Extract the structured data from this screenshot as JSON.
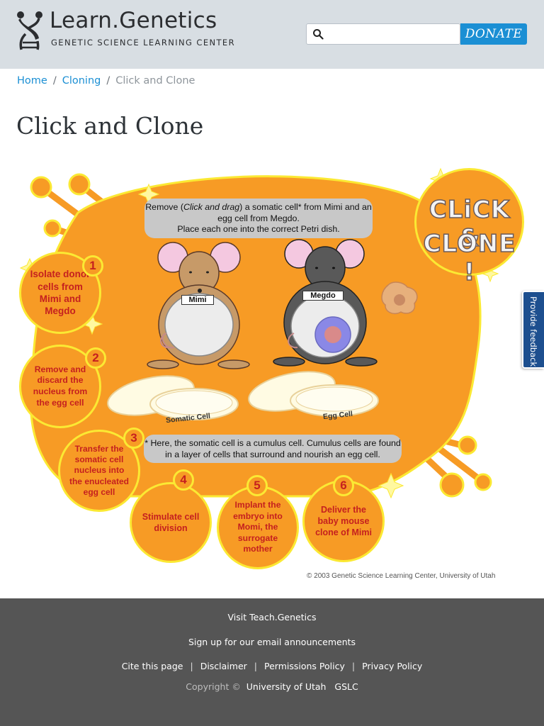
{
  "header": {
    "logo_title": "Learn.Genetics",
    "logo_subtitle": "GENETIC SCIENCE LEARNING CENTER",
    "search_placeholder": "",
    "search_value": "",
    "donate_label": "DONATE"
  },
  "breadcrumb": {
    "items": [
      "Home",
      "Cloning"
    ],
    "current": "Click and Clone",
    "separator": "/"
  },
  "page_title": "Click and Clone",
  "activity": {
    "title_line1": "CLiCK &",
    "title_line2": "CLONE !",
    "instruction_pre": "Remove (",
    "instruction_italic": "Click and drag",
    "instruction_post": ") a somatic cell* from Mimi and an egg cell from Megdo.",
    "instruction_line2": "Place each one into the correct Petri dish.",
    "footnote": "* Here, the somatic cell is a cumulus cell. Cumulus cells are found in a layer of cells that surround and nourish an egg cell.",
    "mouse_left_name": "Mimi",
    "mouse_right_name": "Megdo",
    "dish_left_label": "Somatic Cell",
    "dish_right_label": "Egg Cell",
    "steps": [
      {
        "num": "1",
        "text": "Isolate donor cells from Mimi and Megdo"
      },
      {
        "num": "2",
        "text": "Remove and discard the nucleus from the egg cell"
      },
      {
        "num": "3",
        "text": "Transfer the somatic cell nucleus into the enucleated egg cell"
      },
      {
        "num": "4",
        "text": "Stimulate cell division"
      },
      {
        "num": "5",
        "text": "Implant the embryo into Momi, the surrogate mother"
      },
      {
        "num": "6",
        "text": "Deliver the baby mouse clone of Mimi"
      }
    ],
    "copyright": "© 2003 Genetic Science Learning Center, University of Utah",
    "colors": {
      "orange": "#f79b25",
      "yellow_border": "#fbe933",
      "step_text": "#c5201f"
    }
  },
  "feedback_tab": "Provide feedback",
  "footer": {
    "teach_link": "Visit Teach.Genetics",
    "signup_link": "Sign up for our email announcements",
    "links": [
      "Cite this page",
      "Disclaimer",
      "Permissions Policy",
      "Privacy Policy"
    ],
    "copyright_prefix": "Copyright ©",
    "university": "University of Utah",
    "gslc": "GSLC"
  },
  "icons": [
    "dna-logo-icon",
    "search-icon"
  ],
  "theme": {
    "header_bg": "#d8dee3",
    "link_blue": "#1b8fd4",
    "footer_bg": "#555555"
  }
}
